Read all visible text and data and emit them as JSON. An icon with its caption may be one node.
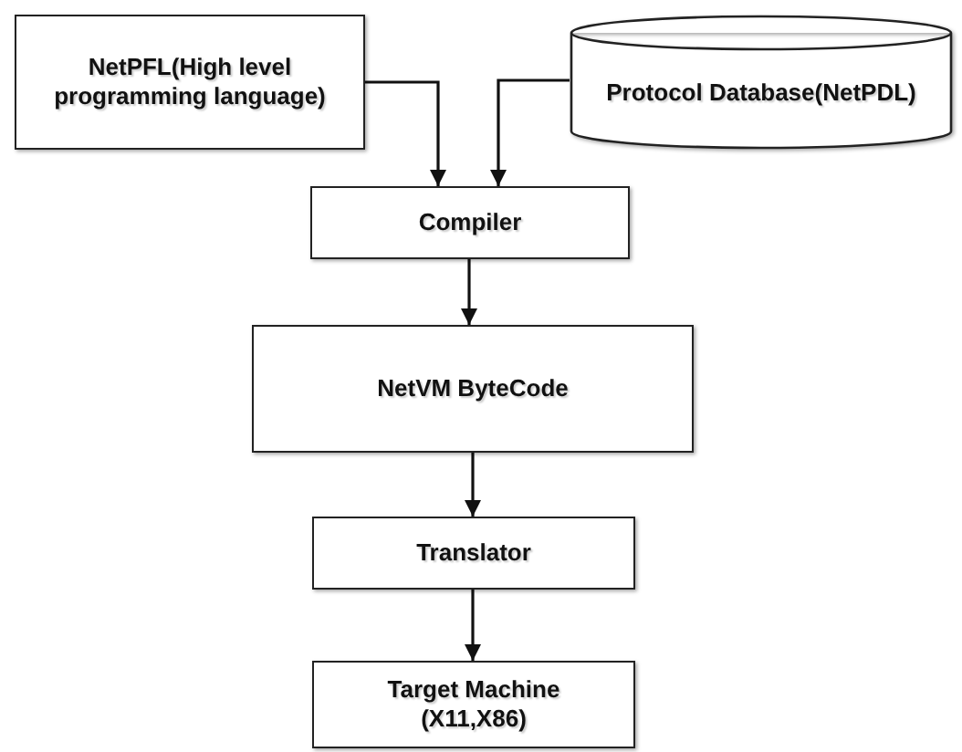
{
  "diagram": {
    "nodes": [
      {
        "text": [
          "NetPFL(High level programming language)"
        ]
      },
      {
        "text": [
          "Protocol Database(NetPDL)"
        ]
      },
      {
        "text": [
          "Compiler"
        ]
      },
      {
        "text": [
          "NetVM ByteCode"
        ]
      },
      {
        "text": [
          "Translator"
        ]
      },
      {
        "text": [
          "Target Machine (X11,X86)"
        ]
      }
    ],
    "edges": [
      {
        "from": 0,
        "to": 2,
        "arrow": "to"
      },
      {
        "from": 1,
        "to": 2,
        "arrow": "to"
      },
      {
        "from": 2,
        "to": 3,
        "arrow": "to"
      },
      {
        "from": 3,
        "to": 4,
        "arrow": "to"
      },
      {
        "from": 4,
        "to": 5,
        "arrow": "to"
      }
    ]
  }
}
